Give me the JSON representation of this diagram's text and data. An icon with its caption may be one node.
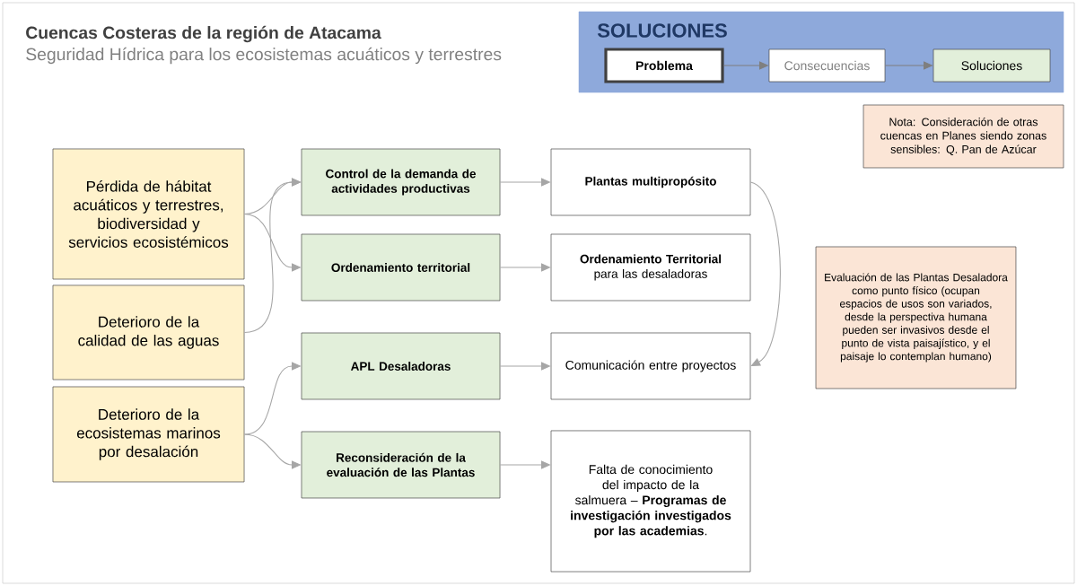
{
  "diagram": {
    "title": "Cuencas Costeras de la región de Atacama",
    "nodes": [
      {
        "text": [
          "SOLUCIONES"
        ]
      },
      {
        "text": [
          "Problema"
        ],
        "in": 0
      },
      {
        "text": [
          "Consecuencias"
        ],
        "in": 0
      },
      {
        "text": [
          "Soluciones"
        ],
        "in": 0
      },
      {
        "text": [
          "Nota: Consideración de otras cuencas en Planes siendo zonas sensibles: Q. Pan de Azúcar"
        ]
      },
      {
        "text": [
          "Pérdida de hábitat acuáticos y terrestres, biodiversidad y servicios ecosistémicos"
        ]
      },
      {
        "text": [
          "Deterioro de la calidad de las aguas"
        ]
      },
      {
        "text": [
          "Deterioro de la ecosistemas marinos por desalación"
        ]
      },
      {
        "text": [
          "Control de la demanda de actividades productivas"
        ]
      },
      {
        "text": [
          "Ordenamiento territorial"
        ]
      },
      {
        "text": [
          "APL Desaladoras"
        ]
      },
      {
        "text": [
          "Reconsideración de la evaluación de las Plantas"
        ]
      },
      {
        "text": [
          "Plantas multipropósito"
        ]
      },
      {
        "text": [
          "**Ordenamiento Territorial** para las desaladoras"
        ]
      },
      {
        "text": [
          "Comunicación entre proyectos"
        ]
      },
      {
        "text": [
          "Falta de conocimiento del impacto de la salmuera – **Programas de investigación investigados por las academias**."
        ]
      },
      {
        "text": [
          "Evaluación de las Plantas Desaladora como punto físico (ocupan espacios de usos son variados, desde la perspectiva humana pueden ser invasivos desde el punto de vista paisajístico, y el paisaje lo contemplan humano)"
        ]
      }
    ],
    "edges": [
      {
        "from": 1,
        "to": 2,
        "arrow": "to",
        "color": "#7f7f7f"
      },
      {
        "from": 2,
        "to": 3,
        "arrow": "to",
        "color": "#7f7f7f"
      },
      {
        "from": 5,
        "to": 8,
        "arrow": "to"
      },
      {
        "from": 5,
        "to": 9,
        "arrow": "to"
      },
      {
        "from": 6,
        "to": 8,
        "arrow": "to"
      },
      {
        "from": 7,
        "to": 10,
        "arrow": "to"
      },
      {
        "from": 7,
        "to": 11,
        "arrow": "to"
      },
      {
        "from": 8,
        "to": 12,
        "arrow": "to"
      },
      {
        "from": 9,
        "to": 13,
        "arrow": "to"
      },
      {
        "from": 10,
        "to": 14,
        "arrow": "to"
      },
      {
        "from": 11,
        "to": 15,
        "arrow": "to"
      },
      {
        "from": 12,
        "to": 14,
        "arrow": "to"
      }
    ],
    "labels": [
      "Seguridad Hídrica para los ecosistemas acuáticos y terrestres"
    ]
  }
}
